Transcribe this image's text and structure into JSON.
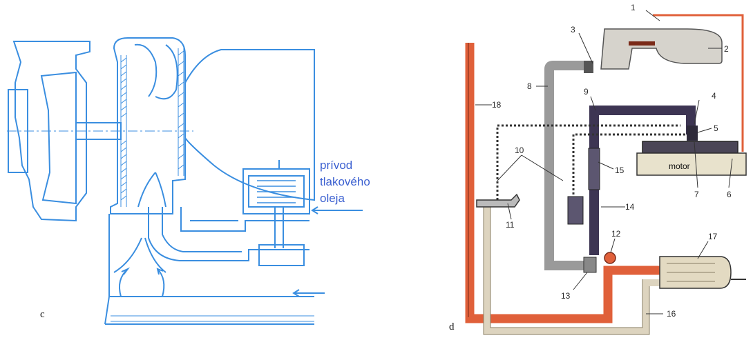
{
  "panel_c": {
    "letter": "c",
    "oil_label": [
      "prívod",
      "tlakového",
      "oleja"
    ]
  },
  "panel_d": {
    "letter": "d",
    "motor_label": "motor",
    "callouts": [
      "1",
      "2",
      "3",
      "4",
      "5",
      "6",
      "7",
      "8",
      "9",
      "10",
      "11",
      "12",
      "13",
      "14",
      "15",
      "16",
      "17",
      "18"
    ]
  },
  "colors": {
    "blueprint": "#3a8ee0",
    "hot_pipe": "#e0603a",
    "cold_pipe": "#d8d0bc",
    "dark_pipe": "#3d3553",
    "gray_pipe": "#9a9a9a",
    "housing": "#cfcfcf"
  }
}
